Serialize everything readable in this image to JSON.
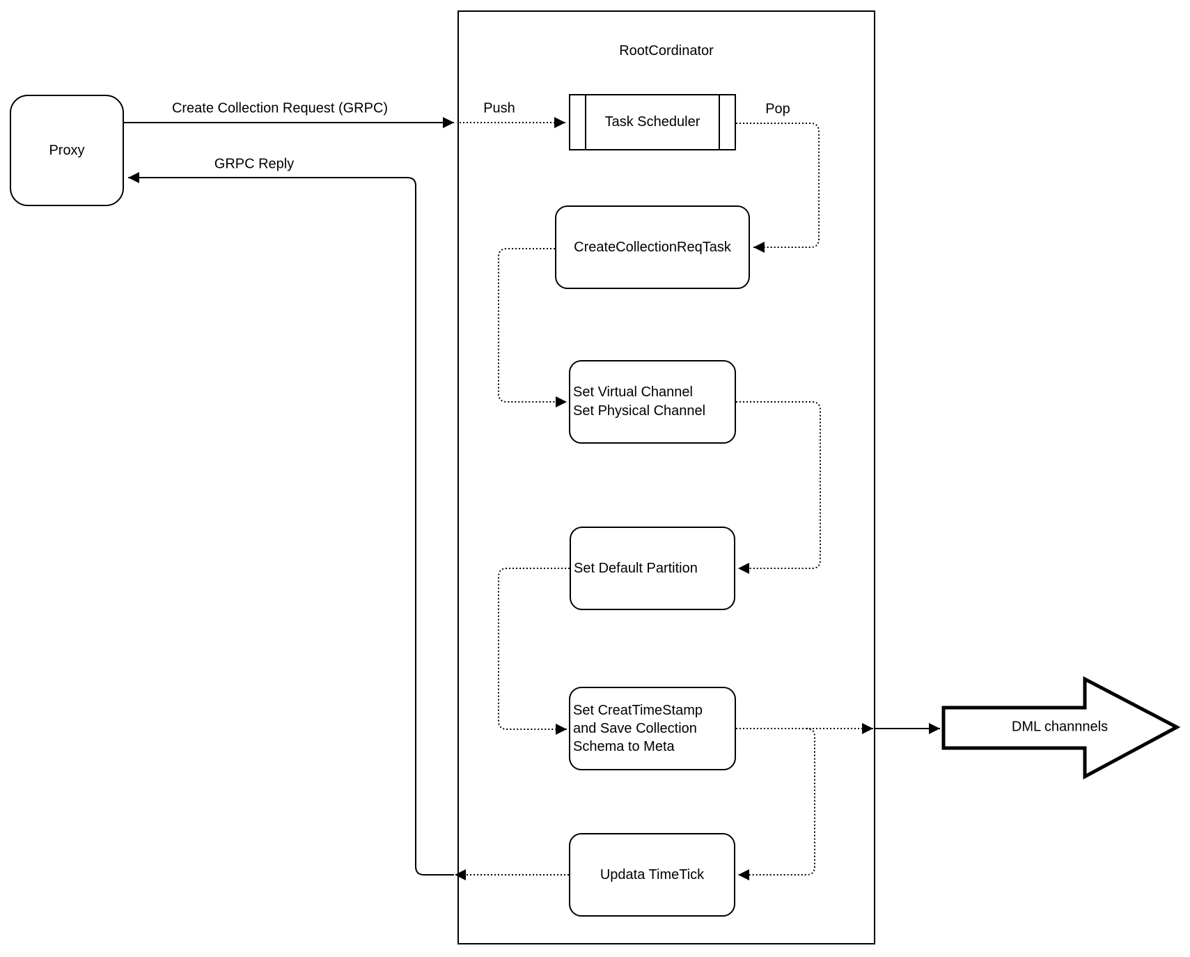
{
  "diagram": {
    "container_title": "RootCordinator",
    "nodes": {
      "proxy": {
        "label": "Proxy"
      },
      "task_scheduler": {
        "label": "Task Scheduler"
      },
      "create_collection_req_task": {
        "label": "CreateCollectionReqTask"
      },
      "set_channels": {
        "line1": "Set Virtual Channel",
        "line2": "Set Physical Channel"
      },
      "set_default_partition": {
        "label": "Set Default Partition"
      },
      "set_creat_timestamp": {
        "line1": "Set CreatTimeStamp",
        "line2": "and Save Collection",
        "line3": "Schema to Meta"
      },
      "updata_timetick": {
        "label": "Updata TimeTick"
      },
      "dml_channels": {
        "label": "DML channnels"
      }
    },
    "edge_labels": {
      "create_collection_request": "Create Collection Request (GRPC)",
      "grpc_reply": "GRPC Reply",
      "push": "Push",
      "pop": "Pop"
    },
    "colors": {
      "stroke": "#000000",
      "background": "#ffffff"
    }
  }
}
